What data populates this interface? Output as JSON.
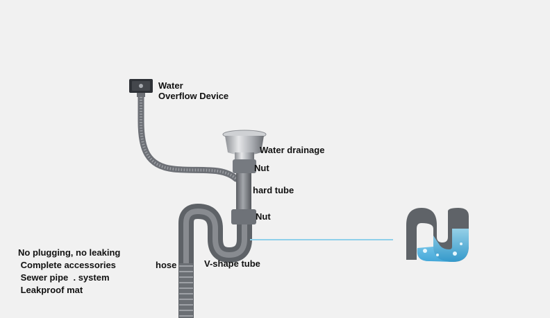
{
  "labels": {
    "water_overflow_line1": "Water",
    "water_overflow_line2": "Overflow Device",
    "water_drainage": "Water drainage",
    "nut_top": "Nut",
    "hard_tube": "hard tube",
    "nut_bottom": "Nut",
    "hose": "hose",
    "v_shape_tube": "V-shape tube"
  },
  "features": [
    "No plugging, no leaking",
    " Complete accessories",
    " Sewer pipe  . system",
    " Leakproof mat"
  ],
  "colors": {
    "background": "#f1f1f1",
    "pipe_gray": "#7e8187",
    "pipe_dark": "#55585e",
    "steel": "#b9bcc1",
    "trap_gray": "#6f7479",
    "water_blue": "#4fb3e0",
    "connector_line": "#8fd0ea"
  }
}
